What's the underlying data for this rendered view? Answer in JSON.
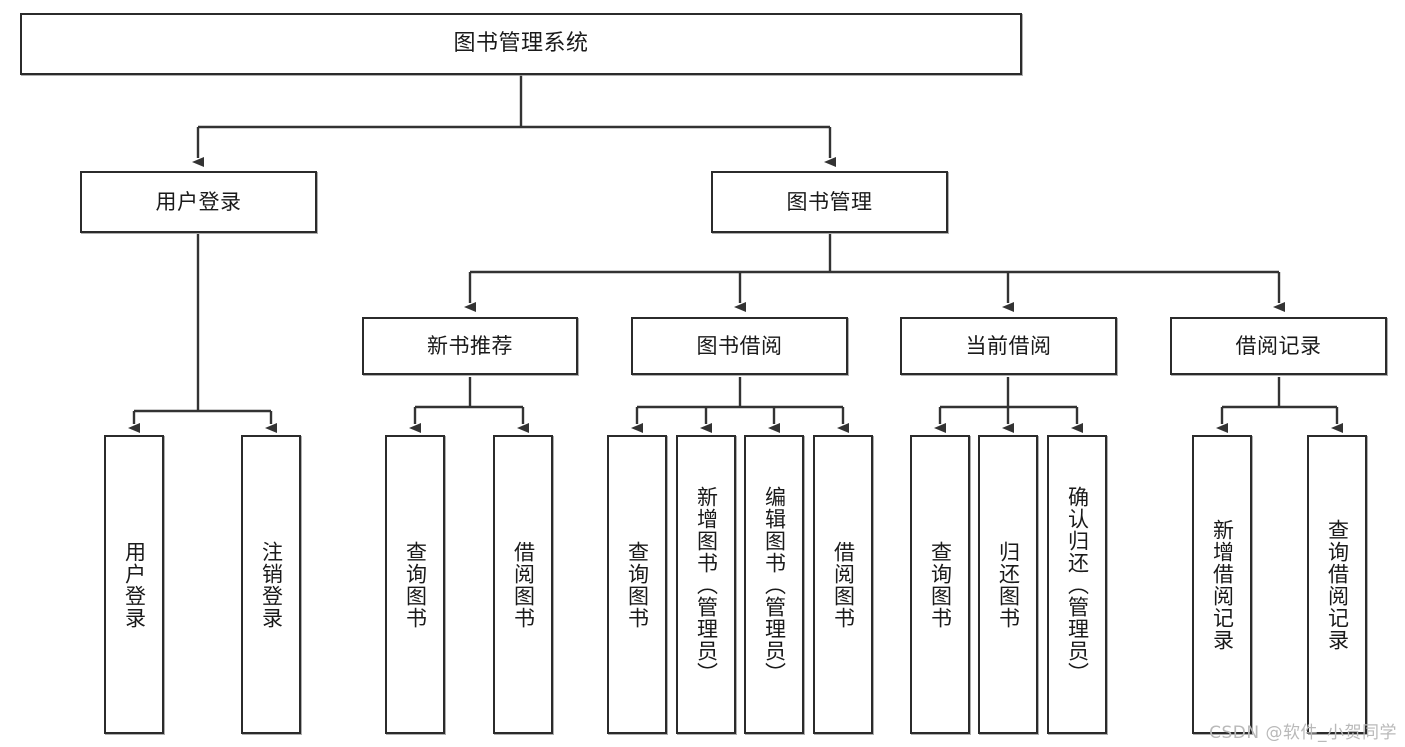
{
  "diagram": {
    "title": "图书管理系统",
    "type": "tree",
    "watermark": "CSDN @软件_小贺同学",
    "colors": {
      "box_border": "#2b2b2b",
      "box_fill": "#ffffff",
      "connector": "#333333",
      "watermark": "#b9b9b9"
    },
    "nodes": {
      "root": {
        "label": "图书管理系统",
        "level": 0
      },
      "user_login": {
        "label": "用户登录",
        "level": 1
      },
      "book_manage": {
        "label": "图书管理",
        "level": 1
      },
      "new_book_rec": {
        "label": "新书推荐",
        "level": 2
      },
      "book_borrow": {
        "label": "图书借阅",
        "level": 2
      },
      "current_borrow": {
        "label": "当前借阅",
        "level": 2
      },
      "borrow_record": {
        "label": "借阅记录",
        "level": 2
      },
      "leaf_user_login": {
        "label": "用户登录",
        "level": 3,
        "parent": "user_login"
      },
      "leaf_logout": {
        "label": "注销登录",
        "level": 3,
        "parent": "user_login"
      },
      "leaf_query_book_1": {
        "label": "查询图书",
        "level": 3,
        "parent": "new_book_rec"
      },
      "leaf_borrow_book_1": {
        "label": "借阅图书",
        "level": 3,
        "parent": "new_book_rec"
      },
      "leaf_query_book_2": {
        "label": "查询图书",
        "level": 3,
        "parent": "book_borrow"
      },
      "leaf_add_book": {
        "label": "新增图书（管理员）",
        "level": 3,
        "parent": "book_borrow"
      },
      "leaf_edit_book": {
        "label": "编辑图书（管理员）",
        "level": 3,
        "parent": "book_borrow"
      },
      "leaf_borrow_book_2": {
        "label": "借阅图书",
        "level": 3,
        "parent": "book_borrow"
      },
      "leaf_query_book_3": {
        "label": "查询图书",
        "level": 3,
        "parent": "current_borrow"
      },
      "leaf_return_book": {
        "label": "归还图书",
        "level": 3,
        "parent": "current_borrow"
      },
      "leaf_confirm_return": {
        "label": "确认归还（管理员）",
        "level": 3,
        "parent": "current_borrow"
      },
      "leaf_add_record": {
        "label": "新增借阅记录",
        "level": 3,
        "parent": "borrow_record"
      },
      "leaf_query_record": {
        "label": "查询借阅记录",
        "level": 3,
        "parent": "borrow_record"
      }
    }
  }
}
